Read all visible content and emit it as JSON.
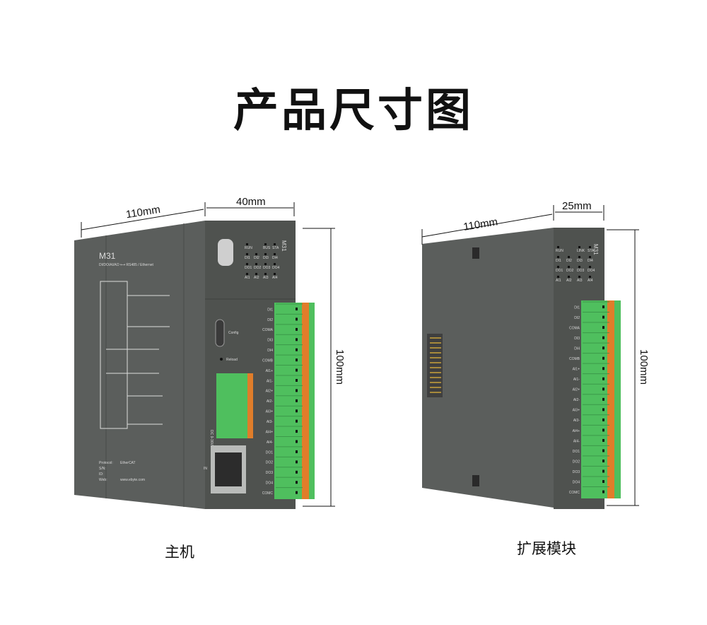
{
  "title": "产品尺寸图",
  "main_unit": {
    "caption": "主机",
    "dims": {
      "length": "110mm",
      "width": "40mm",
      "height": "100mm"
    },
    "model": "M31",
    "subtitle": "DI/DO/AI/AO ⟷ RS485 / Ethernet",
    "config_label": "Config",
    "reload_label": "Reload",
    "power_label": "DC 9-36V",
    "port_label": "IN",
    "side_info": [
      "Protocol:",
      "S/N:",
      "ID:",
      "Web:"
    ],
    "side_values": [
      "EtherCAT",
      "",
      "",
      "www.ebyte.com"
    ],
    "leds": [
      "RUN",
      "",
      "BUS",
      "STA",
      "DI1",
      "DI2",
      "DI3",
      "DI4",
      "DO1",
      "DO2",
      "DO3",
      "DO4",
      "AI1",
      "AI2",
      "AI3",
      "AI4"
    ]
  },
  "expansion_unit": {
    "caption": "扩展模块",
    "dims": {
      "length": "110mm",
      "width": "25mm",
      "height": "100mm"
    },
    "model": "M31",
    "leds": [
      "RUN",
      "",
      "LINK",
      "STA",
      "DI1",
      "DI2",
      "DI3",
      "DI4",
      "DO1",
      "DO2",
      "DO3",
      "DO4",
      "AI1",
      "AI2",
      "AI3",
      "AI4"
    ]
  },
  "terminals": [
    "DI1",
    "DI2",
    "COMA",
    "DI3",
    "DI4",
    "COMB",
    "AI1+",
    "AI1-",
    "AI2+",
    "AI2-",
    "AI3+",
    "AI3-",
    "AI4+",
    "AI4-",
    "DO1",
    "DO2",
    "DO3",
    "DO4",
    "COMC"
  ],
  "colors": {
    "housing": "#5b5e5c",
    "front": "#4f524f",
    "terminal_green": "#4fbf5e",
    "terminal_orange": "#e07d2a"
  }
}
